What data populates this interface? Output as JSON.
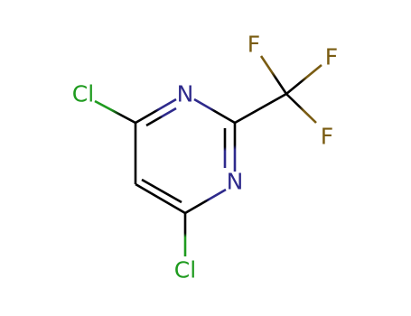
{
  "molecule": {
    "atoms": [
      {
        "id": "cl1",
        "symbol": "Cl",
        "element": "Cl"
      },
      {
        "id": "n1",
        "symbol": "N",
        "element": "N"
      },
      {
        "id": "n2",
        "symbol": "N",
        "element": "N"
      },
      {
        "id": "cl2",
        "symbol": "Cl",
        "element": "Cl"
      },
      {
        "id": "f1",
        "symbol": "F",
        "element": "F"
      },
      {
        "id": "f2",
        "symbol": "F",
        "element": "F"
      },
      {
        "id": "f3",
        "symbol": "F",
        "element": "F"
      }
    ]
  },
  "colors": {
    "bond": "#000000",
    "N": "#2e2a8c",
    "Cl": "#1f9b1f",
    "F": "#7a5c12",
    "background": "#ffffff"
  }
}
